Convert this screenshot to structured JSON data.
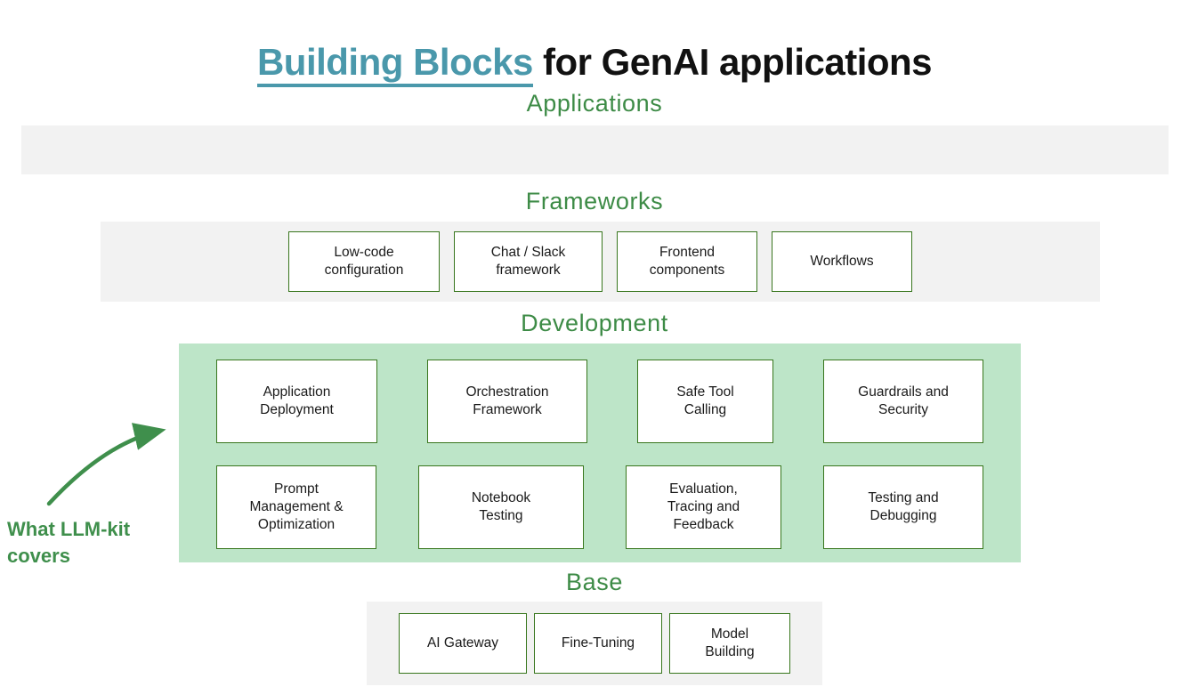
{
  "title": {
    "highlight": "Building Blocks",
    "rest": " for GenAI applications"
  },
  "annotation": {
    "text": "What LLM-kit\ncovers"
  },
  "sections": {
    "applications": {
      "heading": "Applications",
      "boxes": []
    },
    "frameworks": {
      "heading": "Frameworks",
      "boxes": [
        "Low-code\nconfiguration",
        "Chat / Slack\nframework",
        "Frontend\ncomponents",
        "Workflows"
      ]
    },
    "development": {
      "heading": "Development",
      "row1": [
        "Application\nDeployment",
        "Orchestration\nFramework",
        "Safe Tool\nCalling",
        "Guardrails and\nSecurity"
      ],
      "row2": [
        "Prompt\nManagement &\nOptimization",
        "Notebook\nTesting",
        "Evaluation,\nTracing and\nFeedback",
        "Testing and\nDebugging"
      ]
    },
    "base": {
      "heading": "Base",
      "boxes": [
        "AI Gateway",
        "Fine-Tuning",
        "Model\nBuilding"
      ]
    }
  },
  "colors": {
    "accent_teal": "#4a98ab",
    "heading_green": "#3d8b46",
    "band_gray": "#f2f2f2",
    "band_green": "#bde5c8",
    "box_border_green": "#38761d",
    "arrow_green": "#3f8f4c",
    "title_black": "#111111"
  }
}
